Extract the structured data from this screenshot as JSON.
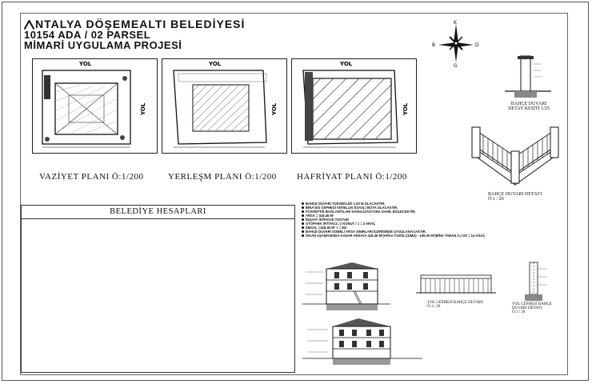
{
  "title": {
    "line1": "NTALYA DÖŞEMEALTI BELEDİYESİ",
    "line2": "10154 ADA / 02 PARSEL",
    "line3": "MİMARİ UYGULAMA PROJESİ"
  },
  "compass": {
    "n": "K",
    "s": "G",
    "w": "B",
    "e": "D"
  },
  "road_label": "YOL",
  "plans": [
    {
      "caption": "VAZİYET PLANI Ö:1/200"
    },
    {
      "caption": "YERLEŞM PLANI Ö:1/200"
    },
    {
      "caption": "HAFRİYAT PLANI Ö:1/200"
    }
  ],
  "hesap": {
    "title": "BELEDİYE HESAPLARI"
  },
  "notes": [
    "BAHÇE DUVARI YÜKSEKLİĞİ 1.00 M OLACAKTIR.",
    "BİNA DIŞ CEPHESİ ANTELLİK ESASLI BOYA OLACAKTIR.",
    "FOSSEPTİK BAĞLANTILARI KANALİZASYONA DAHİL EDİLECEKTİR.",
    "ARSA = 418.46 M²",
    "İNŞAAT INTIFACE TOKTUR",
    "OTOPARK İHTİYACI= 2 KONUT / 1 = 2 ARAÇ",
    "EMSAL =418.46 M² ×          =          M2",
    "BAHÇE DUVARI SOMELİ ARSA SINIRLARI İÇERİSİNDE UYGULANACAKTIR.",
    "İSKAN AŞAMASINDA KADAR ARSAYA 418.46 M²(ARSA YÜZÖLÇÜMÜ) - 155.00 M²(BİNA TABAN A.) /20 = 14 AĞAÇ"
  ],
  "details": {
    "bahce_kesit": "BAHÇE DUVARI DETAY KESİTİ 1/25",
    "bahce_detay": "BAHÇE DUVARI DETAYI",
    "bahce_detay_scale": "Ö:1 / 20",
    "yol_cephesi": "YOL CEPHESİ BAHÇE DUVARI",
    "yol_cephesi_scale": "Ö:1 / 20",
    "yol_cephesi_detay": "YOL CEPHESİ BAHÇE DUVARI DETAYI",
    "yol_cephesi_detay_scale": "Ö:1 / 20"
  }
}
